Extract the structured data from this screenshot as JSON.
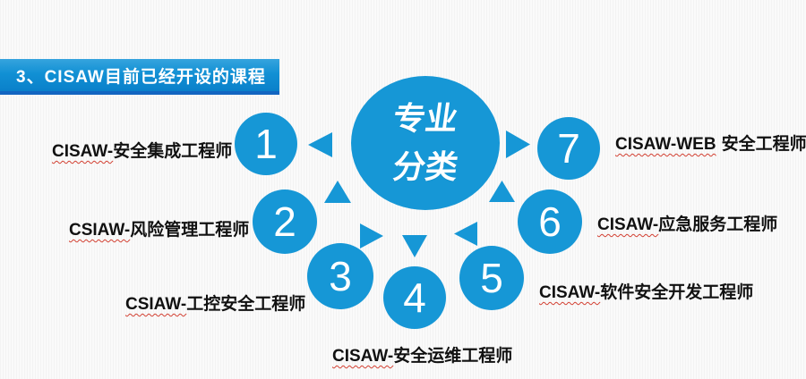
{
  "slide": {
    "title": "3、CISAW目前已经开设的课程",
    "center_circle": {
      "line1": "专业",
      "line2": "分类"
    },
    "items": [
      {
        "num": "1",
        "latin": "CISAW-",
        "label": "安全集成工程师"
      },
      {
        "num": "2",
        "latin": "CSIAW-",
        "label": "风险管理工程师"
      },
      {
        "num": "3",
        "latin": "CSIAW-",
        "label": "工控安全工程师"
      },
      {
        "num": "4",
        "latin": "CISAW-",
        "label": "安全运维工程师"
      },
      {
        "num": "5",
        "latin": "CISAW-",
        "label": "软件安全开发工程师"
      },
      {
        "num": "6",
        "latin": "CISAW-",
        "label": "应急服务工程师"
      },
      {
        "num": "7",
        "latin": "CISAW-WEB",
        "label": "安全工程师"
      }
    ],
    "colors": {
      "accent_blue": "#1697d6",
      "title_gradient_top": "#36a4de",
      "title_gradient_bottom": "#0a80ca",
      "title_bottom_border": "#1365c1",
      "spellcheck_underline_red": "#d23f31",
      "label_text": "#111111",
      "background": "#fafafa"
    }
  }
}
